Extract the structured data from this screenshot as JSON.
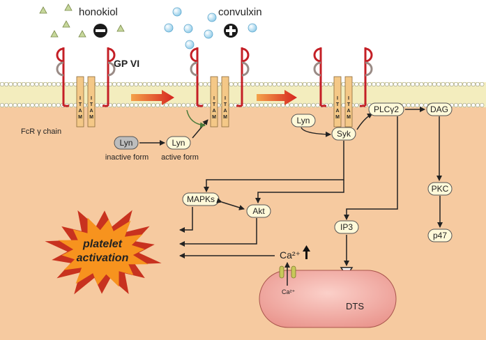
{
  "labels": {
    "honokiol": "honokiol",
    "convulxin": "convulxin",
    "gpvi": "GP VI",
    "fcr_chain": "FcR γ chain",
    "itam_letters": [
      "I",
      "T",
      "A",
      "M"
    ],
    "inactive_form": "inactive form",
    "active_form": "active form",
    "platelet_activation_line1": "platelet",
    "platelet_activation_line2": "activation",
    "dts": "DTS",
    "ca_ion": "Ca²⁺",
    "ca_small": "Ca²⁺"
  },
  "symbols": {
    "inhibit": "⊖",
    "activate": "⊕",
    "increase_arrow": "↑"
  },
  "nodes": {
    "lyn_inactive": "Lyn",
    "lyn_active": "Lyn",
    "lyn_bound": "Lyn",
    "syk": "Syk",
    "plcg2": "PLCγ2",
    "dag": "DAG",
    "pkc": "PKC",
    "p47": "p47",
    "mapks": "MAPKs",
    "akt": "Akt",
    "ip3": "IP3"
  },
  "colors": {
    "cytoplasm": "#f6caa0",
    "membrane": "#f3edbe",
    "lipid_head": "#ffffff",
    "receptor_red": "#c41f26",
    "receptor_grey": "#9a8b86",
    "itam_box": "#f4c887",
    "node_fill": "#fff9d9",
    "lyn_inactive_fill": "#bdbdbd",
    "triangle": "#c6d79b",
    "bubble": "#bfe3f6",
    "star_outer": "#c8321f",
    "star_inner": "#f7931e",
    "dts_fill": "#f1a7a1",
    "channel": "#c8c85a"
  }
}
